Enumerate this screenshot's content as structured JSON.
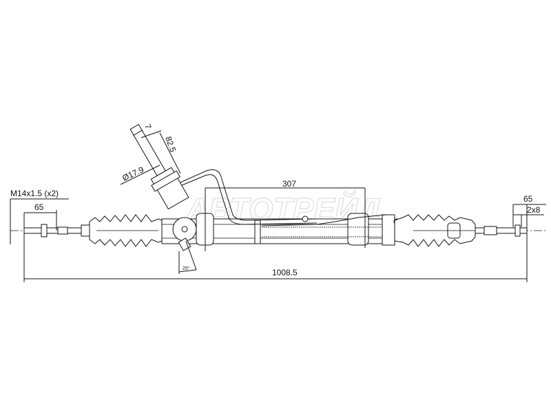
{
  "drawing": {
    "watermark": "АВТОТРЕЙД",
    "dimensions": {
      "thread": "M14x1.5 (x2)",
      "left_rod": "65",
      "right_rod": "65",
      "right_flats": "2x8",
      "overall_length": "1008.5",
      "pinion_offset": "307",
      "pinion_length": "82.5",
      "pinion_tip": "7",
      "pinion_diameter": "Ø17.9",
      "pinion_angle": "25°"
    }
  }
}
